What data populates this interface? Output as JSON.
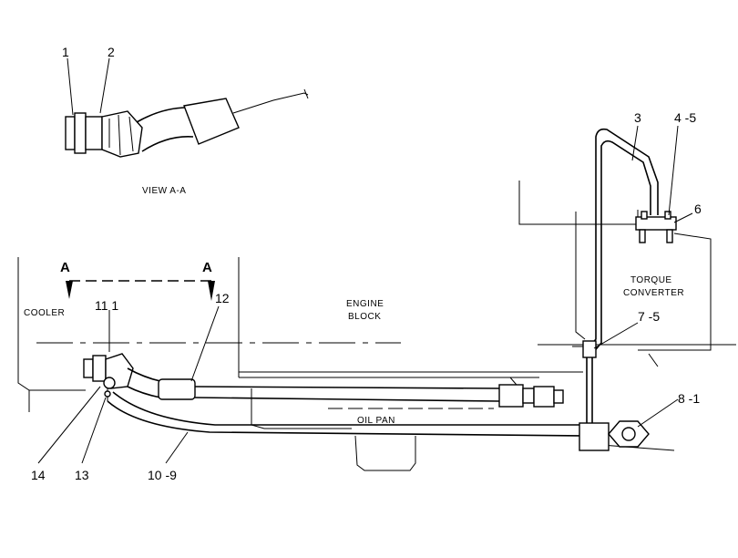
{
  "view_title": "VIEW  A-A",
  "components": {
    "cooler": "COOLER",
    "engine_block_line1": "ENGINE",
    "engine_block_line2": "BLOCK",
    "torque_converter_line1": "TORQUE",
    "torque_converter_line2": "CONVERTER",
    "oil_pan": "OIL  PAN"
  },
  "section_marks": {
    "left": "A",
    "right": "A"
  },
  "callouts": {
    "c1": "1",
    "c2": "2",
    "c3": "3",
    "c4_5": "4 -5",
    "c6": "6",
    "c7_5": "7 -5",
    "c8_1": "8 -1",
    "c11_1": "11 1",
    "c12": "12",
    "c14": "14",
    "c13": "13",
    "c10_9": "10 -9"
  }
}
